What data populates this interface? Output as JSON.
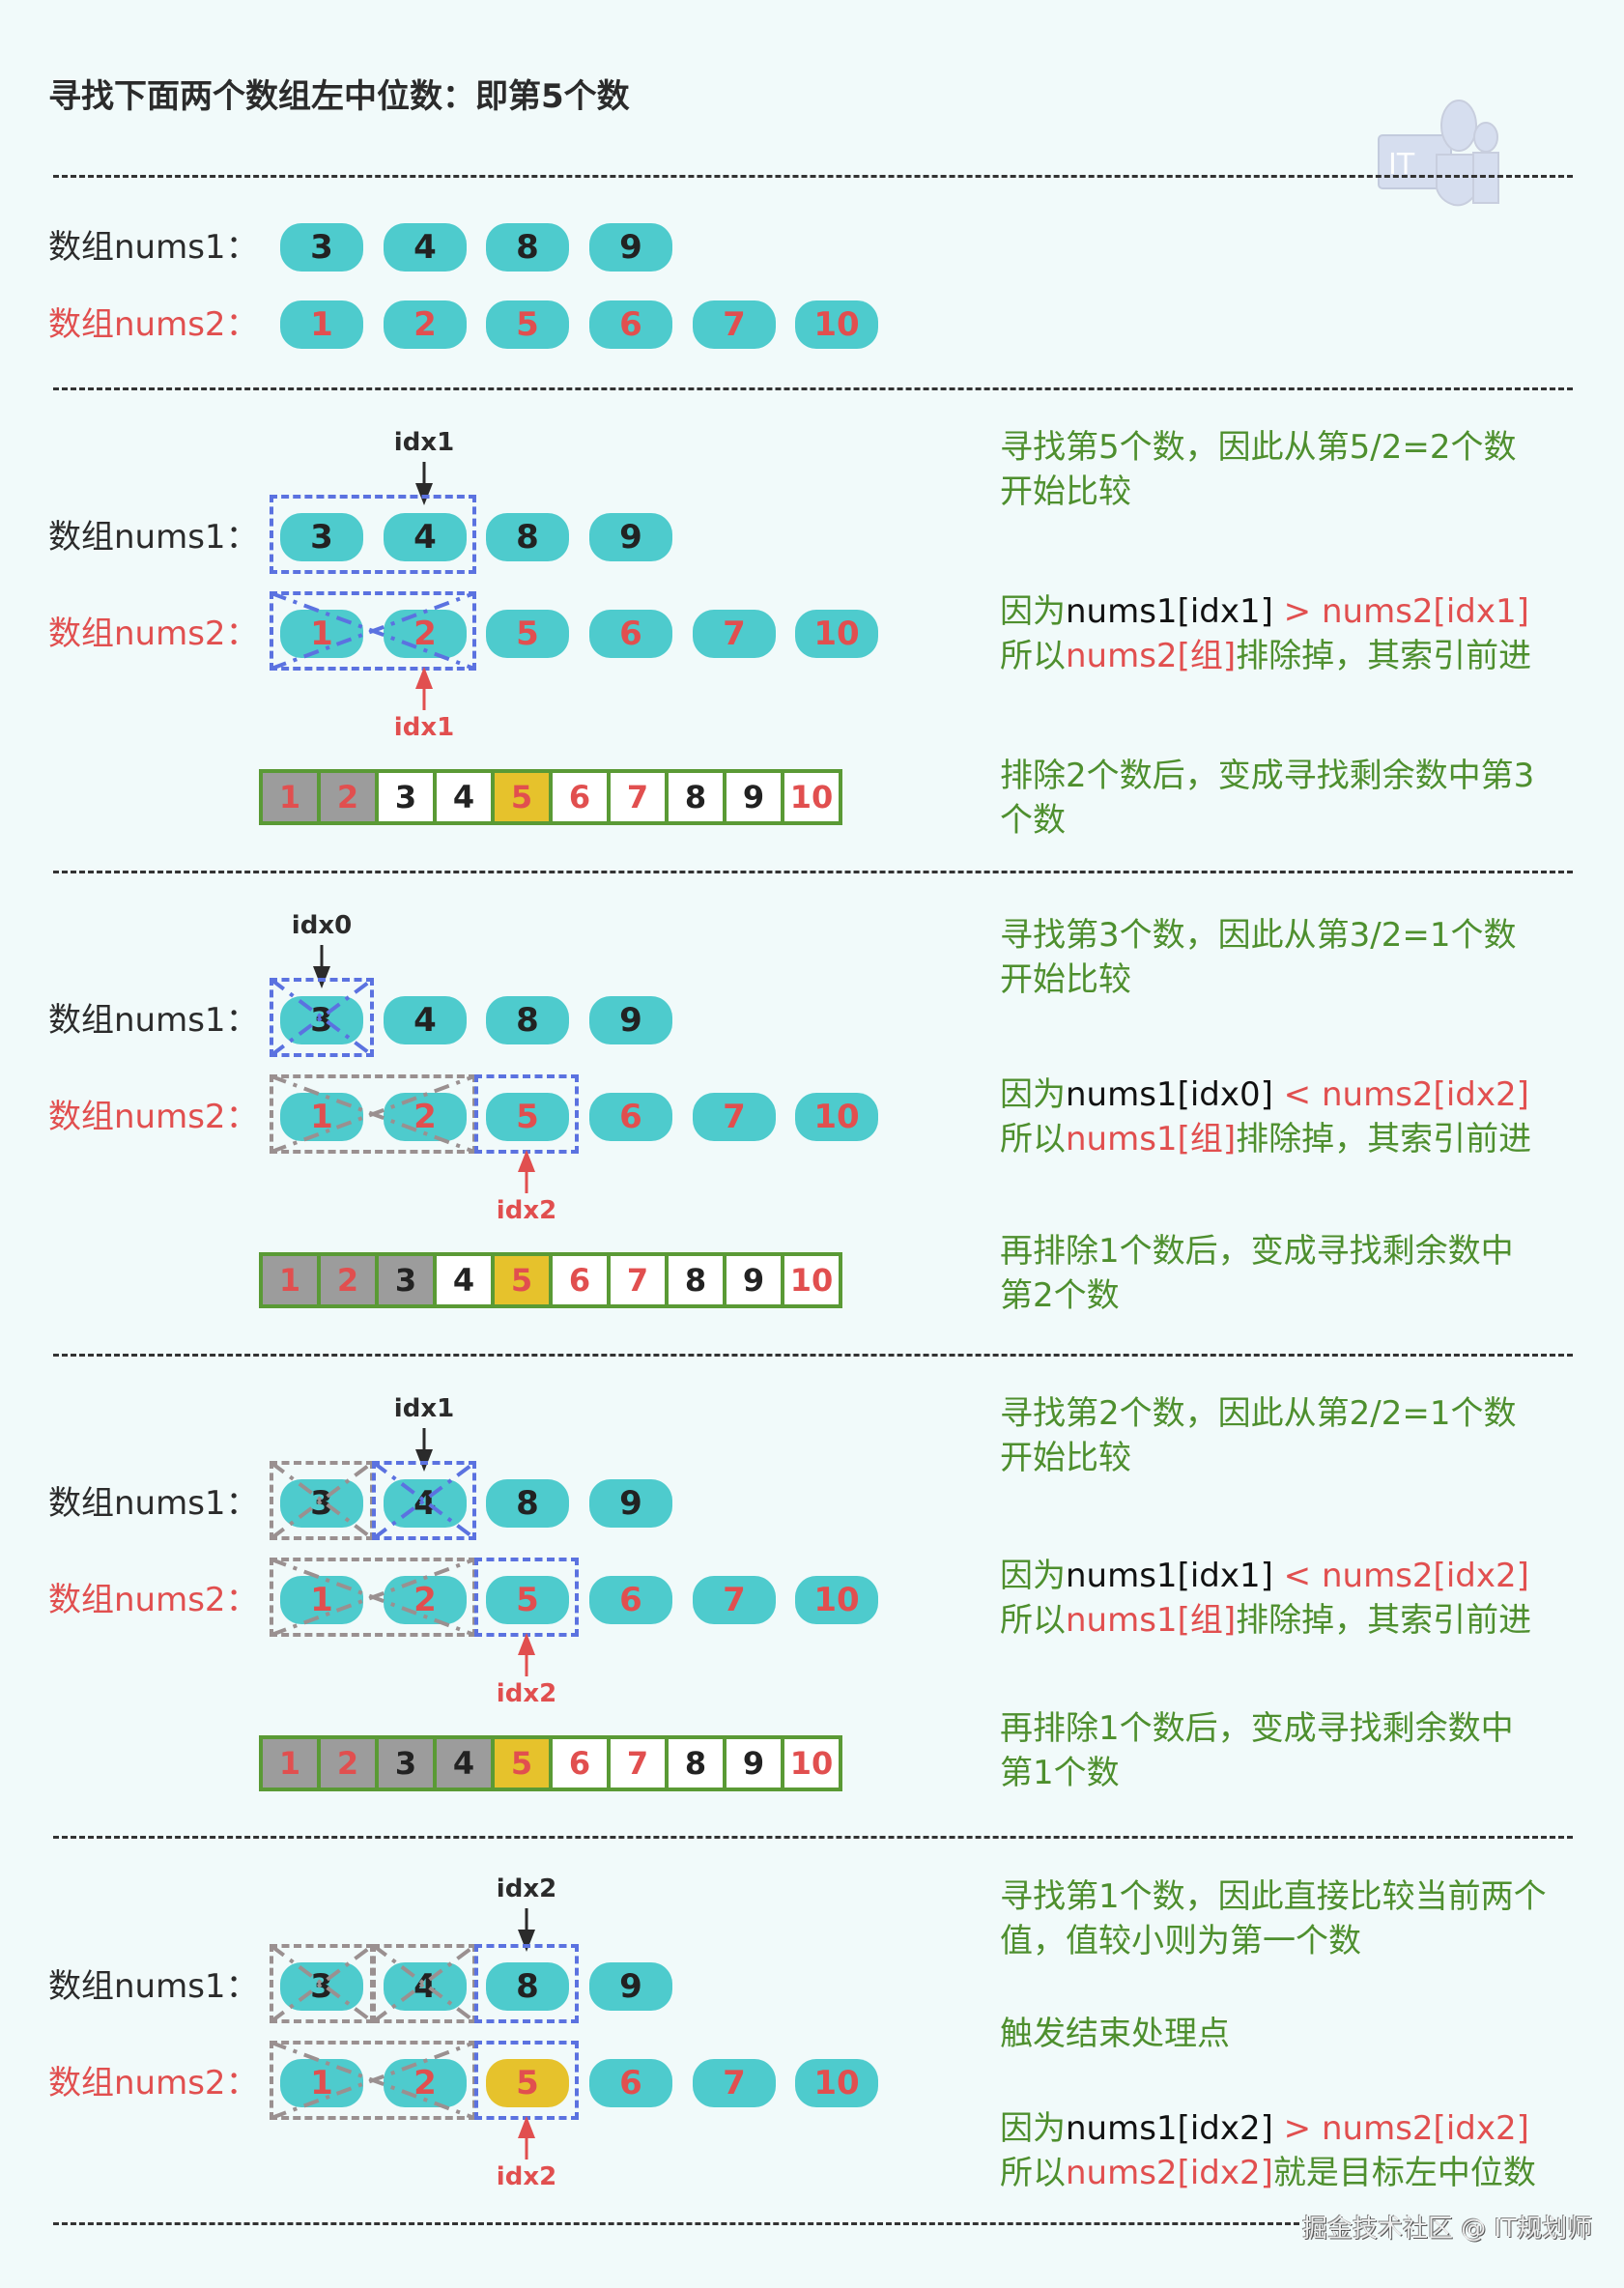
{
  "title": "寻找下面两个数组左中位数：即第5个数",
  "labels": {
    "nums1": "数组nums1：",
    "nums2": "数组nums2："
  },
  "arrays": {
    "nums1": [
      "3",
      "4",
      "8",
      "9"
    ],
    "nums2": [
      "1",
      "2",
      "5",
      "6",
      "7",
      "10"
    ]
  },
  "merged": [
    "1",
    "2",
    "3",
    "4",
    "5",
    "6",
    "7",
    "8",
    "9",
    "10"
  ],
  "colors": {
    "pill": "#4ecbcd",
    "highlight": "#e6c22c",
    "excluded": "#9c9c9c",
    "red": "#e14f4f",
    "green": "#4e8f2e",
    "blue_box": "#5b72e0",
    "gray_box": "#9a9090",
    "strip_border": "#5a9a35",
    "background": "#f1fafa"
  },
  "steps": [
    {
      "top_pointer": "idx1",
      "bottom_pointer": "idx1",
      "notes": {
        "find": "寻找第5个数，因此从第5/2=2个数开始比较",
        "cmp_prefix": "因为",
        "cmp_left": "nums1[idx1]",
        "cmp_op": " > ",
        "cmp_right": "nums2[idx1]",
        "res_prefix": "所以",
        "res_array": "nums2[组]",
        "res_suffix": "排除掉，其索引前进",
        "after": "排除2个数后，变成寻找剩余数中第3个数"
      },
      "excluded_count": 2
    },
    {
      "top_pointer": "idx0",
      "bottom_pointer": "idx2",
      "notes": {
        "find": "寻找第3个数，因此从第3/2=1个数开始比较",
        "cmp_prefix": "因为",
        "cmp_left": "nums1[idx0]",
        "cmp_op": " < ",
        "cmp_right": "nums2[idx2]",
        "res_prefix": "所以",
        "res_array": "nums1[组]",
        "res_suffix": "排除掉，其索引前进",
        "after": "再排除1个数后，变成寻找剩余数中第2个数"
      },
      "excluded_count": 3
    },
    {
      "top_pointer": "idx1",
      "bottom_pointer": "idx2",
      "notes": {
        "find": "寻找第2个数，因此从第2/2=1个数开始比较",
        "cmp_prefix": "因为",
        "cmp_left": "nums1[idx1]",
        "cmp_op": " < ",
        "cmp_right": "nums2[idx2]",
        "res_prefix": "所以",
        "res_array": "nums1[组]",
        "res_suffix": "排除掉，其索引前进",
        "after": "再排除1个数后，变成寻找剩余数中第1个数"
      },
      "excluded_count": 4
    },
    {
      "top_pointer": "idx2",
      "bottom_pointer": "idx2",
      "notes": {
        "find": "寻找第1个数，因此直接比较当前两个值，值较小则为第一个数",
        "trigger": "触发结束处理点",
        "cmp_prefix": "因为",
        "cmp_left": "nums1[idx2]",
        "cmp_op": " > ",
        "cmp_right": "nums2[idx2]",
        "res_prefix": "所以",
        "res_array": "nums2[idx2]",
        "res_suffix": "就是目标左中位数"
      }
    }
  ],
  "logo": {
    "icon": "it-people-logo-icon",
    "text": "IT"
  },
  "watermark": "掘金技术社区 @ IT规划师"
}
